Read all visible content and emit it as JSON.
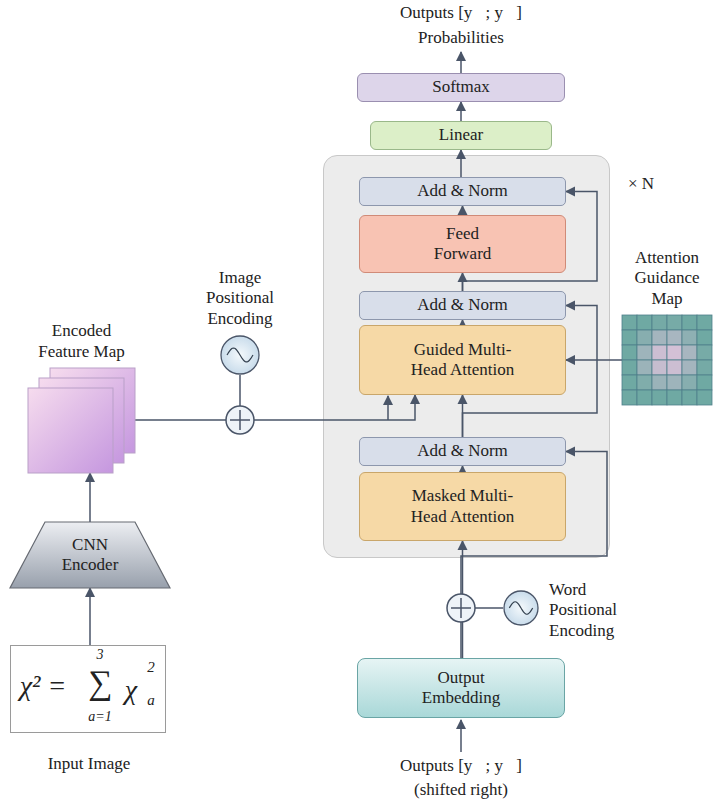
{
  "diagram": {
    "nodes": [
      {
        "text": [
          "Softmax"
        ]
      },
      {
        "text": [
          "Linear"
        ]
      },
      {
        "text": [
          "× N"
        ]
      },
      {
        "text": [
          "Add & Norm"
        ],
        "in": 2
      },
      {
        "text": [
          "Feed Forward"
        ],
        "in": 2
      },
      {
        "text": [
          "Add & Norm"
        ],
        "in": 2
      },
      {
        "text": [
          "Guided Multi-Head Attention"
        ],
        "in": 2
      },
      {
        "text": [
          "Add & Norm"
        ],
        "in": 2
      },
      {
        "text": [
          "Masked Multi-Head Attention"
        ],
        "in": 2
      },
      {
        "text": [
          "Output Embedding"
        ]
      },
      {
        "text": [
          "CNN Encoder"
        ]
      },
      {
        "text": [
          "Input Image"
        ]
      },
      {
        "text": [
          "Encoded Feature Map"
        ]
      },
      {
        "text": [
          "Image Positional Encoding"
        ]
      },
      {
        "text": [
          "Word Positional Encoding"
        ]
      },
      {
        "text": [
          "Attention Guidance Map"
        ]
      }
    ],
    "edges": [
      {
        "from": 1,
        "to": 0,
        "arrow": "to"
      },
      {
        "from": 3,
        "to": 1,
        "arrow": "to"
      },
      {
        "from": 4,
        "to": 3,
        "arrow": "to"
      },
      {
        "from": 5,
        "to": 4,
        "arrow": "to"
      },
      {
        "from": 5,
        "to": 3,
        "arrow": "to"
      },
      {
        "from": 6,
        "to": 5,
        "arrow": "to"
      },
      {
        "from": 7,
        "to": 6,
        "arrow": "to"
      },
      {
        "from": 7,
        "to": 5,
        "arrow": "to"
      },
      {
        "from": 8,
        "to": 7,
        "arrow": "to"
      },
      {
        "from": 9,
        "to": 8,
        "arrow": "to"
      },
      {
        "from": 9,
        "to": 7,
        "arrow": "to"
      },
      {
        "from": 11,
        "to": 10,
        "arrow": "to"
      },
      {
        "from": 10,
        "to": 12,
        "arrow": "to"
      },
      {
        "from": 12,
        "to": 6,
        "arrow": "to"
      },
      {
        "from": 15,
        "to": 6,
        "arrow": "to"
      }
    ],
    "labels": [
      "Outputs [y⃗; y⃖]",
      "Probabilities",
      "Outputs [y⃗; y⃖]",
      "(shifted right)",
      "χ² =",
      "3",
      "∑",
      "a=1",
      "χ",
      "2",
      "a"
    ]
  }
}
